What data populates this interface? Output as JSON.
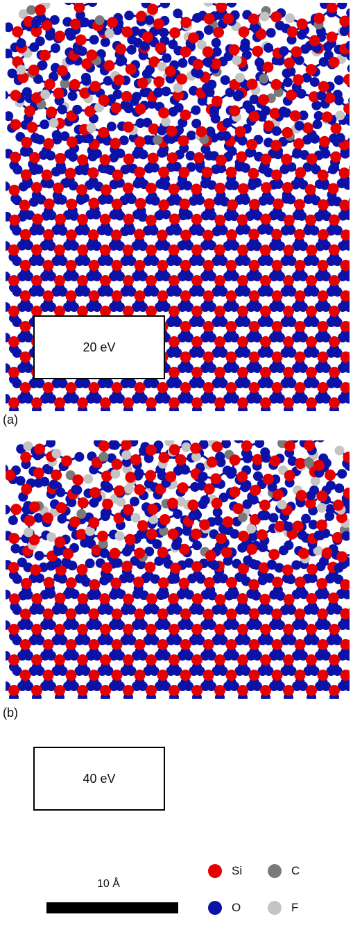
{
  "panels": [
    {
      "label": "(a)",
      "energy": "20 eV"
    },
    {
      "label": "(b)",
      "energy": "40 eV"
    }
  ],
  "scale_bar": {
    "label": "10 Å"
  },
  "legend": [
    {
      "symbol": "Si",
      "color": "#e60000"
    },
    {
      "symbol": "C",
      "color": "#7a7a7a"
    },
    {
      "symbol": "O",
      "color": "#0a12a8"
    },
    {
      "symbol": "F",
      "color": "#c4c4c4"
    }
  ],
  "colors": {
    "si": "#e60000",
    "o": "#0a12a8",
    "c": "#7a7a7a",
    "f": "#c4c4c4"
  }
}
